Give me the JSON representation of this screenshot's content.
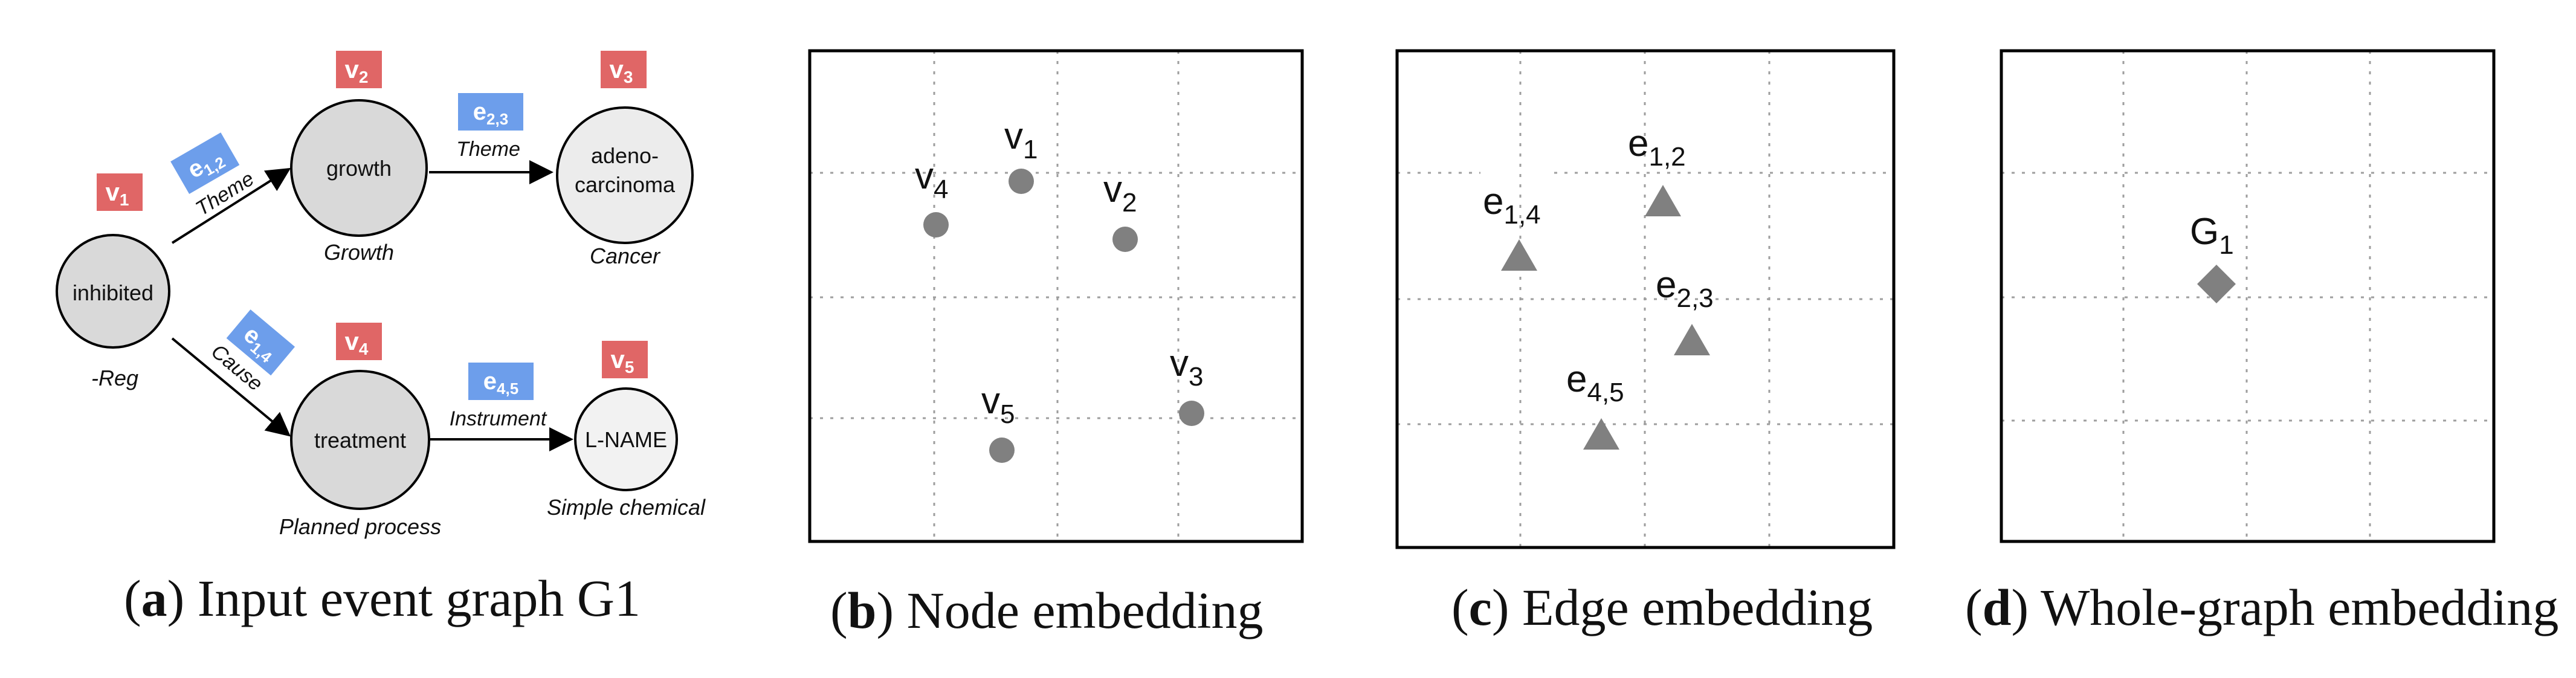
{
  "colors": {
    "node_fill": "#d9d9d9",
    "node_label_tag": "#e06666",
    "edge_label_tag": "#6d9eeb",
    "marker": "#808080",
    "grid": "#9e9e9e",
    "frame": "#000000"
  },
  "graph": {
    "nodes": [
      {
        "id": "v1",
        "tag": "v",
        "sub": "1",
        "text": "inhibited",
        "type": "-Reg"
      },
      {
        "id": "v2",
        "tag": "v",
        "sub": "2",
        "text": "growth",
        "type": "Growth"
      },
      {
        "id": "v3",
        "tag": "v",
        "sub": "3",
        "text_line1": "adeno-",
        "text_line2": "carcinoma",
        "type": "Cancer"
      },
      {
        "id": "v4",
        "tag": "v",
        "sub": "4",
        "text": "treatment",
        "type": "Planned process"
      },
      {
        "id": "v5",
        "tag": "v",
        "sub": "5",
        "text": "L-NAME",
        "type": "Simple chemical"
      }
    ],
    "edges": [
      {
        "id": "e12",
        "tag": "e",
        "sub": "1,2",
        "role": "Theme"
      },
      {
        "id": "e23",
        "tag": "e",
        "sub": "2,3",
        "role": "Theme"
      },
      {
        "id": "e14",
        "tag": "e",
        "sub": "1,4",
        "role": "Cause"
      },
      {
        "id": "e45",
        "tag": "e",
        "sub": "4,5",
        "role": "Instrument"
      }
    ]
  },
  "panels": {
    "node": {
      "points": [
        {
          "base": "v",
          "sub": "1"
        },
        {
          "base": "v",
          "sub": "4"
        },
        {
          "base": "v",
          "sub": "2"
        },
        {
          "base": "v",
          "sub": "3"
        },
        {
          "base": "v",
          "sub": "5"
        }
      ]
    },
    "edge": {
      "points": [
        {
          "base": "e",
          "sub": "1,2"
        },
        {
          "base": "e",
          "sub": "1,4"
        },
        {
          "base": "e",
          "sub": "2,3"
        },
        {
          "base": "e",
          "sub": "4,5"
        }
      ]
    },
    "whole": {
      "points": [
        {
          "base": "G",
          "sub": "1"
        }
      ]
    }
  },
  "captions": {
    "a": {
      "letter": "a",
      "text": "Input event graph G1"
    },
    "b": {
      "letter": "b",
      "text": "Node embedding"
    },
    "c": {
      "letter": "c",
      "text": "Edge embedding"
    },
    "d": {
      "letter": "d",
      "text": "Whole-graph embedding"
    }
  }
}
